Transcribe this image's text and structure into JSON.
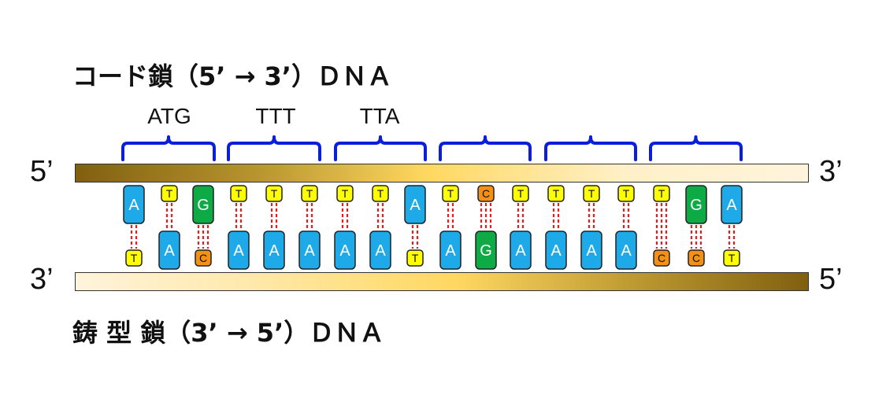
{
  "title_coding": "コード鎖（5’ → 3’）ＤＮＡ",
  "title_template": "鋳 型 鎖（3’ → 5’）ＤＮＡ",
  "coding_strand": {
    "left_end": "5’",
    "right_end": "3’"
  },
  "template_strand": {
    "left_end": "3’",
    "right_end": "5’"
  },
  "codons": [
    "ATG",
    "TTT",
    "TTA",
    "",
    "",
    ""
  ],
  "coding_bases": [
    "A",
    "T",
    "G",
    "T",
    "T",
    "T",
    "T",
    "T",
    "A",
    "T",
    "C",
    "T",
    "T",
    "T",
    "T",
    "T",
    "G",
    "A"
  ],
  "template_bases": [
    "T",
    "A",
    "C",
    "A",
    "A",
    "A",
    "A",
    "A",
    "T",
    "A",
    "G",
    "A",
    "A",
    "A",
    "A",
    "C",
    "C",
    "T"
  ],
  "base_colors": {
    "A": "#1ea9e8",
    "G": "#0daa45",
    "T": "#ffff00",
    "C": "#f39015"
  },
  "bond_color": "#e02020",
  "brace_color": "#0a1edc"
}
